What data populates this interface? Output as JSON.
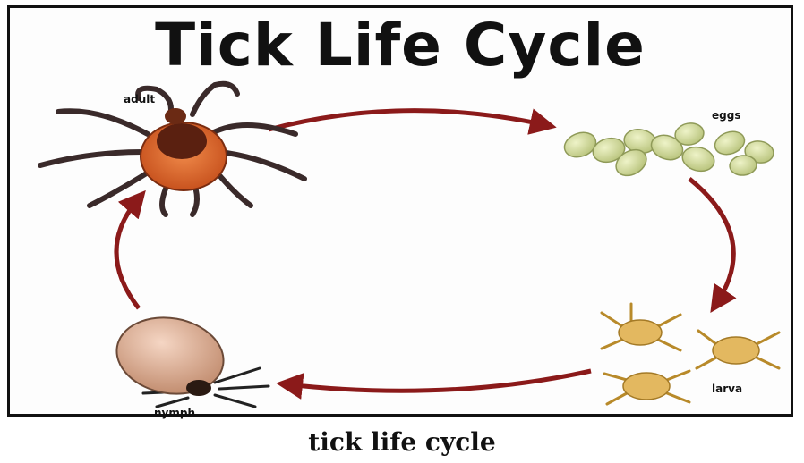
{
  "diagram": {
    "title": "Tick Life Cycle",
    "stages": {
      "adult": "adult",
      "eggs": "eggs",
      "larva": "larva",
      "nymph": "nymph"
    },
    "arrow_color": "#8b1a1a"
  },
  "caption": "tick life cycle"
}
